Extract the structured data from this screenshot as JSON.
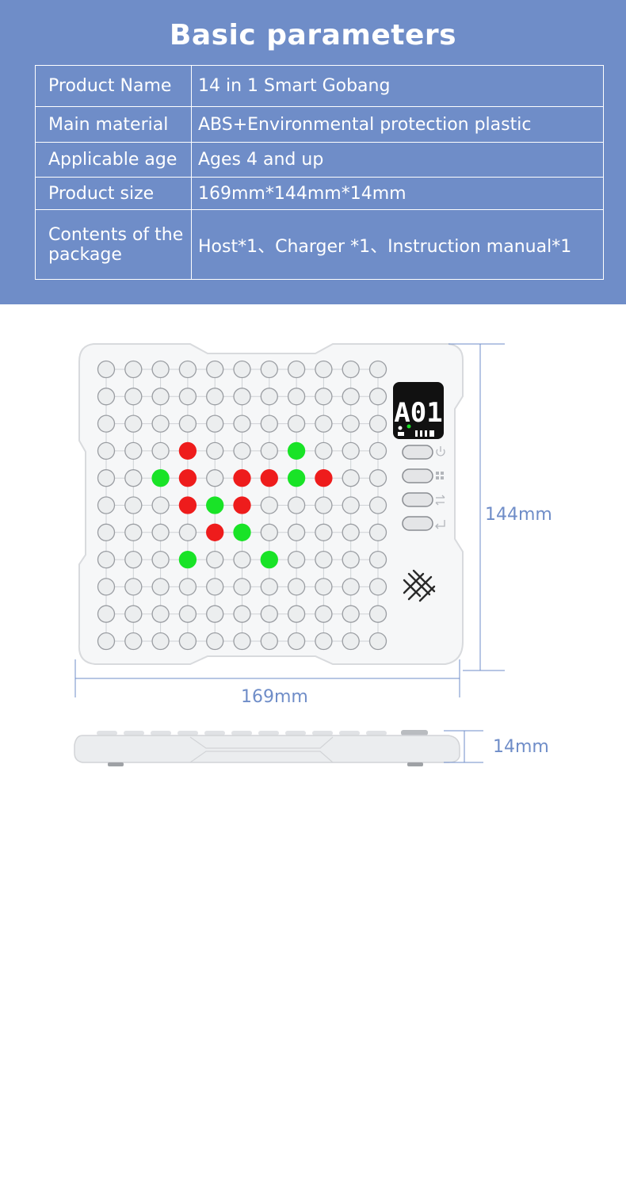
{
  "header": {
    "title": "Basic parameters"
  },
  "parameters": [
    {
      "label": "Product Name",
      "value": "14 in 1 Smart Gobang"
    },
    {
      "label": "Main material",
      "value": "ABS+Environmental protection plastic"
    },
    {
      "label": "Applicable age",
      "value": "Ages 4 and up"
    },
    {
      "label": "Product size",
      "value": "169mm*144mm*14mm"
    },
    {
      "label": "Contents of the package",
      "value": "Host*1、Charger *1、Instruction manual*1"
    }
  ],
  "dimensions": {
    "width": "169mm",
    "height": "144mm",
    "thickness": "14mm"
  },
  "device": {
    "display_text": "A01",
    "grid": {
      "rows": 11,
      "cols": 11
    },
    "red_pieces": [
      [
        3,
        3
      ],
      [
        4,
        3
      ],
      [
        4,
        5
      ],
      [
        4,
        6
      ],
      [
        4,
        8
      ],
      [
        5,
        3
      ],
      [
        5,
        5
      ],
      [
        6,
        4
      ]
    ],
    "green_pieces": [
      [
        3,
        7
      ],
      [
        4,
        2
      ],
      [
        4,
        7
      ],
      [
        5,
        4
      ],
      [
        6,
        5
      ],
      [
        7,
        3
      ],
      [
        7,
        6
      ]
    ],
    "buttons": [
      "power-icon",
      "menu-icon",
      "switch-icon",
      "back-icon"
    ],
    "colors": {
      "red": "#ee1c1c",
      "green": "#19e327",
      "accent": "#6f8dc8"
    }
  }
}
